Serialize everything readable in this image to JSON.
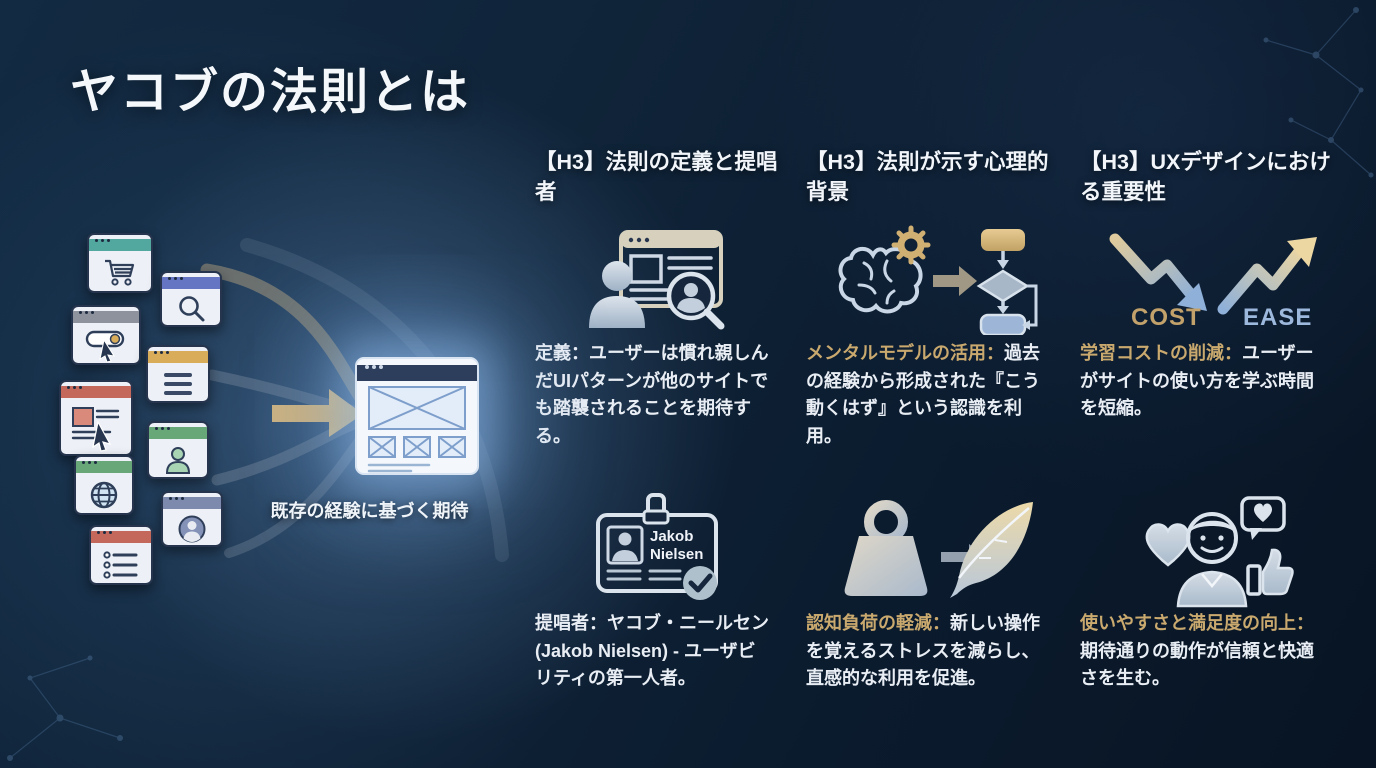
{
  "slide": {
    "title": "ヤコブの法則とは"
  },
  "illustration": {
    "caption": "既存の経験に基づく期待",
    "window_icons": [
      "shopping-cart-window",
      "search-window",
      "toggle-window",
      "menu-window",
      "news-window",
      "user-window",
      "globe-window",
      "avatar-window",
      "checklist-window",
      "main-wireframe-window"
    ]
  },
  "columns": [
    {
      "heading": "【H3】法則の定義と提唱者",
      "block1": {
        "lead": "定義：",
        "rest": "ユーザーは慣れ親しんだUIパターンが他のサイトでも踏襲されることを期待する。",
        "accent": "white"
      },
      "block2": {
        "lead": "提唱者：",
        "rest": "ヤコブ・ニールセン (Jakob Nielsen) - ユーザビリティの第一人者。",
        "accent": "white"
      },
      "badge": {
        "line1": "Jakob",
        "line2": "Nielsen"
      },
      "icons": [
        "user-research-icon",
        "jakob-nielsen-badge-icon"
      ]
    },
    {
      "heading": "【H3】法則が示す心理的背景",
      "block1": {
        "lead": "メンタルモデルの活用：",
        "rest": "過去の経験から形成された『こう動くはず』という認識を利用。",
        "accent": "gold"
      },
      "block2": {
        "lead": "認知負荷の軽減：",
        "rest": "新しい操作を覚えるストレスを減らし、直感的な利用を促進。",
        "accent": "gold"
      },
      "icons": [
        "brain-gear-flowchart-icon",
        "weight-to-feather-icon"
      ]
    },
    {
      "heading": "【H3】UXデザインにおける重要性",
      "block1": {
        "lead": "学習コストの削減：",
        "rest": "ユーザーがサイトの使い方を学ぶ時間を短縮。",
        "accent": "gold"
      },
      "block2": {
        "lead": "使いやすさと満足度の向上：",
        "rest": "期待通りの動作が信頼と快適さを生む。",
        "accent": "gold"
      },
      "icon1_labels": {
        "cost": "COST",
        "ease": "EASE"
      },
      "icons": [
        "cost-down-ease-up-icon",
        "user-satisfaction-icon"
      ]
    }
  ],
  "colors": {
    "background": "#0d1f33",
    "accent_gold": "#c9a96e",
    "text": "#e9eef5",
    "glow": "#9cc3ef"
  }
}
